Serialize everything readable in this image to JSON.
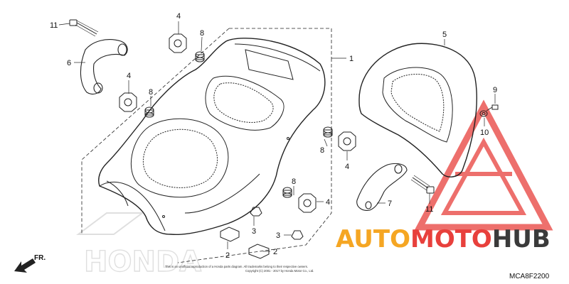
{
  "callouts": [
    {
      "label": "11",
      "id": "bolt-left"
    },
    {
      "label": "4",
      "id": "nut-top"
    },
    {
      "label": "8",
      "id": "grommet-top"
    },
    {
      "label": "1",
      "id": "seat"
    },
    {
      "label": "5",
      "id": "backrest"
    },
    {
      "label": "6",
      "id": "grab-handle"
    },
    {
      "label": "4",
      "id": "nut-left"
    },
    {
      "label": "8",
      "id": "grommet-left"
    },
    {
      "label": "9",
      "id": "screw"
    },
    {
      "label": "10",
      "id": "washer"
    },
    {
      "label": "8",
      "id": "grommet-mid"
    },
    {
      "label": "4",
      "id": "nut-mid"
    },
    {
      "label": "8",
      "id": "grommet-low"
    },
    {
      "label": "4",
      "id": "nut-low"
    },
    {
      "label": "7",
      "id": "stay"
    },
    {
      "label": "11",
      "id": "bolt-right"
    },
    {
      "label": "3",
      "id": "clip-left"
    },
    {
      "label": "3",
      "id": "clip-right"
    },
    {
      "label": "2",
      "id": "bracket-left"
    },
    {
      "label": "2",
      "id": "bracket-right"
    }
  ],
  "diagram_code": "MCA8F2200",
  "direction_label": "FR.",
  "brand_watermark": "HONDA",
  "watermark": {
    "part1": "AUTO",
    "part2": "MOTO",
    "part3": "HUB",
    "color_orange": "#f5a623",
    "color_red": "#e8403c",
    "color_dark": "#3a3a3a"
  },
  "fine_print": {
    "line1": "This is an unofficial reproduction of a Honda parts diagram. All trademarks belong to their respective owners.",
    "line2": "Copyright (C) 2001 - 2017 by Honda Motor Co., Ltd."
  }
}
